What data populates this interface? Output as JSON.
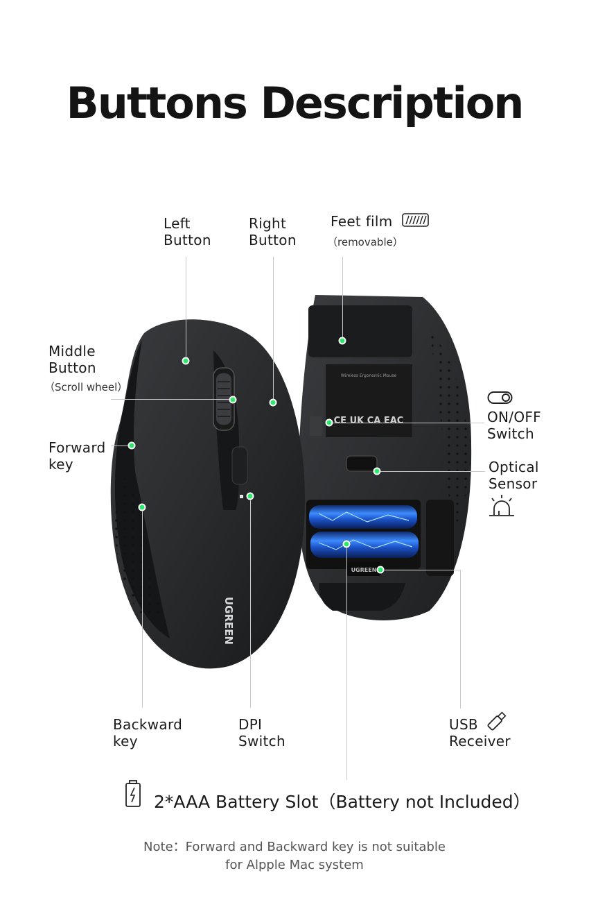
{
  "title": "Buttons Description",
  "labels": {
    "left_button": "Left\nButton",
    "right_button": "Right\nButton",
    "feet_film": "Feet film",
    "feet_film_sub": "（removable）",
    "middle_button": "Middle\nButton",
    "middle_button_sub": "（Scroll wheel）",
    "forward_key": "Forward\nkey",
    "on_off_switch": "ON/OFF\nSwitch",
    "optical_sensor": "Optical\nSensor",
    "backward_key": "Backward\nkey",
    "dpi_switch": "DPI\nSwitch",
    "usb_receiver": "USB\nReceiver"
  },
  "battery_slot": "2*AAA Battery Slot（Battery not Included）",
  "note": "Note：Forward and Backward key is not suitable\nfor Alpple Mac system",
  "mouse_brand": "UGREEN",
  "receiver_brand": "UGREEN",
  "bottom_label": {
    "line1": "Wireless Ergonomic Mouse",
    "marks": "CE UK CA EAC"
  },
  "colors": {
    "accent_dot": "#2ee86a",
    "mouse_body": "#2b2c2e",
    "battery": "#1f5bd6"
  },
  "icons": [
    "film-pad-icon",
    "toggle-switch-icon",
    "sensor-light-icon",
    "usb-stick-icon",
    "battery-icon"
  ]
}
